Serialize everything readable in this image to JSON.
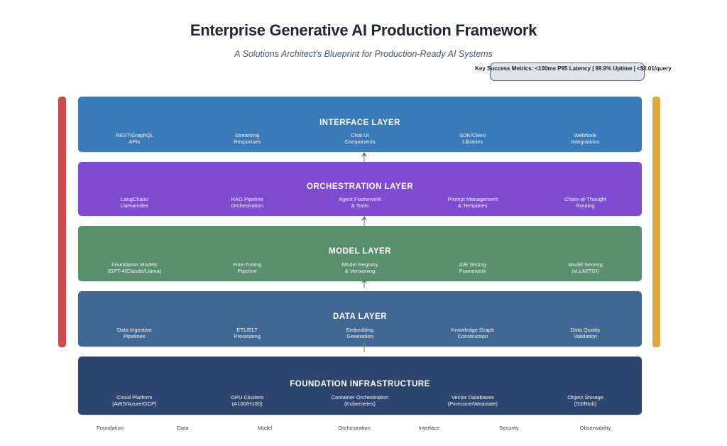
{
  "header": {
    "title": "Enterprise Generative AI Production Framework",
    "subtitle": "A Solutions Architect's Blueprint for Production-Ready AI Systems"
  },
  "metrics": {
    "text": "Key Success Metrics: <100ms P95 Latency | 99.9% Uptime | <$0.01/query"
  },
  "rails": {
    "left": {
      "name": "security-rail",
      "color": "#cc4c4c"
    },
    "right": {
      "name": "observability-rail",
      "color": "#e0a93b"
    }
  },
  "layers": [
    {
      "title": "INTERFACE LAYER",
      "color": "#3b7ab8",
      "items": [
        {
          "line1": "REST/GraphQL",
          "line2": "APIs"
        },
        {
          "line1": "Streaming",
          "line2": "Responses"
        },
        {
          "line1": "Chat UI",
          "line2": "Components"
        },
        {
          "line1": "SDK/Client",
          "line2": "Libraries"
        },
        {
          "line1": "Webhook",
          "line2": "Integrations"
        }
      ]
    },
    {
      "title": "ORCHESTRATION LAYER",
      "color": "#7e4bd1",
      "items": [
        {
          "line1": "LangChain/",
          "line2": "LlamaIndex"
        },
        {
          "line1": "RAG Pipeline",
          "line2": "Orchestration"
        },
        {
          "line1": "Agent Framework",
          "line2": "& Tools"
        },
        {
          "line1": "Prompt Management",
          "line2": "& Templates"
        },
        {
          "line1": "Chain-of-Thought",
          "line2": "Routing"
        }
      ]
    },
    {
      "title": "MODEL LAYER",
      "color": "#5a8f6d",
      "items": [
        {
          "line1": "Foundation Models",
          "line2": "(GPT-4/Claude/Llama)"
        },
        {
          "line1": "Fine-Tuning",
          "line2": "Pipeline"
        },
        {
          "line1": "Model Registry",
          "line2": "& Versioning"
        },
        {
          "line1": "A/B Testing",
          "line2": "Framework"
        },
        {
          "line1": "Model Serving",
          "line2": "(vLLM/TGI)"
        }
      ]
    },
    {
      "title": "DATA LAYER",
      "color": "#416793",
      "items": [
        {
          "line1": "Data Ingestion",
          "line2": "Pipelines"
        },
        {
          "line1": "ETL/ELT",
          "line2": "Processing"
        },
        {
          "line1": "Embedding",
          "line2": "Generation"
        },
        {
          "line1": "Knowledge Graph",
          "line2": "Construction"
        },
        {
          "line1": "Data Quality",
          "line2": "Validation"
        }
      ]
    },
    {
      "title": "FOUNDATION INFRASTRUCTURE",
      "color": "#2e456e",
      "items": [
        {
          "line1": "Cloud Platform",
          "line2": "(AWS/Azure/GCP)"
        },
        {
          "line1": "GPU Clusters",
          "line2": "(A100/H100)"
        },
        {
          "line1": "Container Orchestration",
          "line2": "(Kubernetes)"
        },
        {
          "line1": "Vector Databases",
          "line2": "(Pinecone/Weaviate)"
        },
        {
          "line1": "Object Storage",
          "line2": "(S3/Blob)"
        }
      ]
    }
  ],
  "connectors": [
    {
      "name": "connector-data-to-model",
      "icon": "arrow-up-icon"
    },
    {
      "name": "connector-model-to-orchestration",
      "icon": "arrow-up-icon"
    },
    {
      "name": "connector-orchestration-to-interface",
      "icon": "arrow-up-icon"
    },
    {
      "name": "connector-foundation-to-data",
      "icon": "arrow-up-icon"
    }
  ],
  "legend": [
    "Foundation",
    "Data",
    "Model",
    "Orchestration",
    "Interface",
    "Security",
    "Observability"
  ]
}
